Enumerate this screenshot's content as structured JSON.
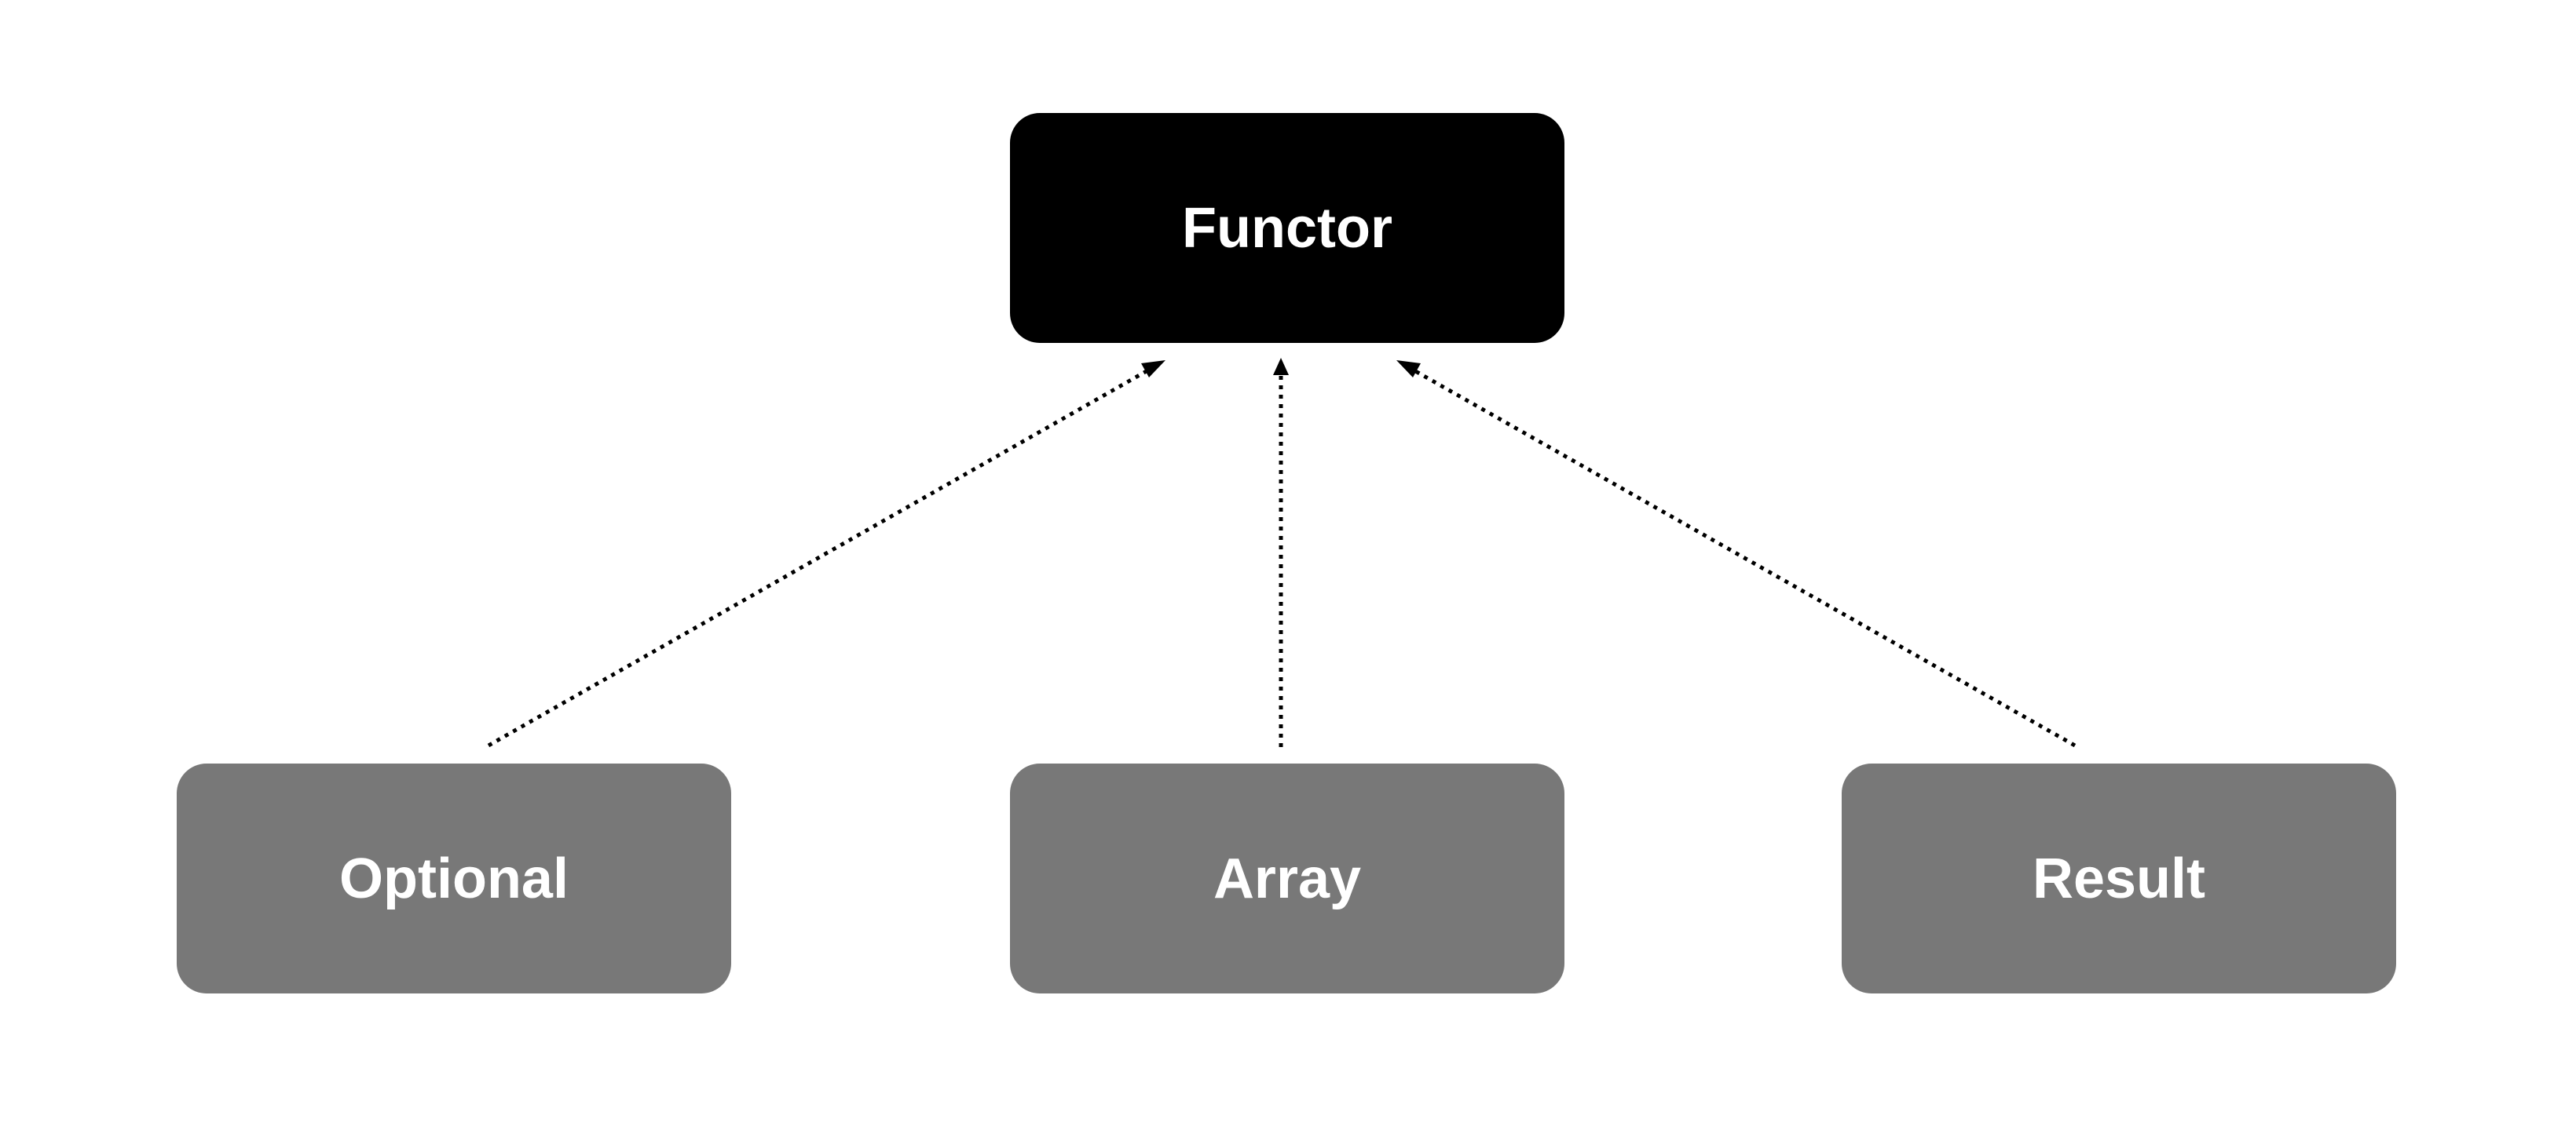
{
  "diagram": {
    "nodes": {
      "functor": {
        "label": "Functor",
        "color": "#000000"
      },
      "optional": {
        "label": "Optional",
        "color": "#787878"
      },
      "array": {
        "label": "Array",
        "color": "#787878"
      },
      "result": {
        "label": "Result",
        "color": "#787878"
      }
    },
    "edges": [
      {
        "from": "optional",
        "to": "functor",
        "style": "dotted",
        "arrow": "end"
      },
      {
        "from": "array",
        "to": "functor",
        "style": "dotted",
        "arrow": "end"
      },
      {
        "from": "result",
        "to": "functor",
        "style": "dotted",
        "arrow": "end"
      }
    ],
    "edge_color": "#000000"
  }
}
